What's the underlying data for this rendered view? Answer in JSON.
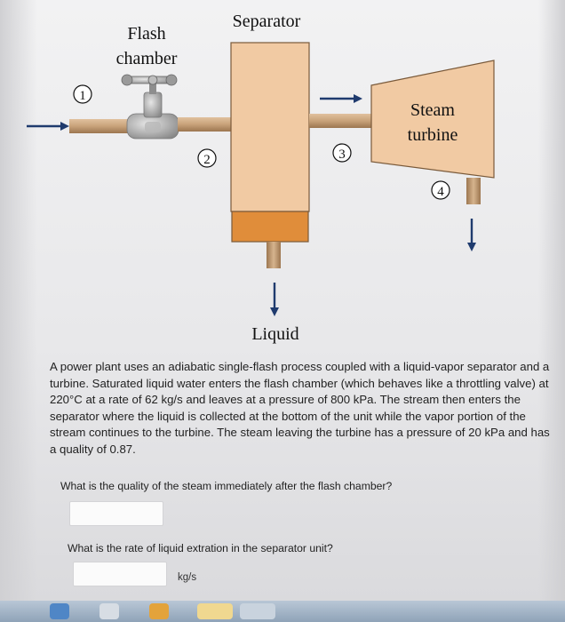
{
  "diagram": {
    "flash_chamber_label_line1": "Flash",
    "flash_chamber_label_line2": "chamber",
    "separator_label": "Separator",
    "turbine_label_line1": "Steam",
    "turbine_label_line2": "turbine",
    "liquid_label": "Liquid",
    "state_labels": [
      "1",
      "2",
      "3",
      "4"
    ],
    "colors": {
      "pipe": "#c8a27a",
      "separator": "#f1caa3",
      "liquid": "#e08d3a",
      "turbine": "#f1caa3",
      "arrow": "#1f3b6e"
    }
  },
  "problem": {
    "text": "A power plant uses an adiabatic single-flash process coupled with a liquid-vapor separator and a turbine. Saturated liquid water enters the flash chamber (which behaves like a throttling valve) at 220°C at a rate of 62 kg/s and leaves at a pressure of 800 kPa. The stream then enters the separator where the liquid is collected at the bottom of the unit while the vapor portion of the stream continues to the turbine. The steam leaving the turbine has a pressure of 20 kPa and has a quality of 0.87.",
    "question1": "What is the quality of the steam immediately after the flash chamber?",
    "question2": "What is the rate of liquid extration in the separator unit?",
    "answer2_unit": "kg/s"
  }
}
